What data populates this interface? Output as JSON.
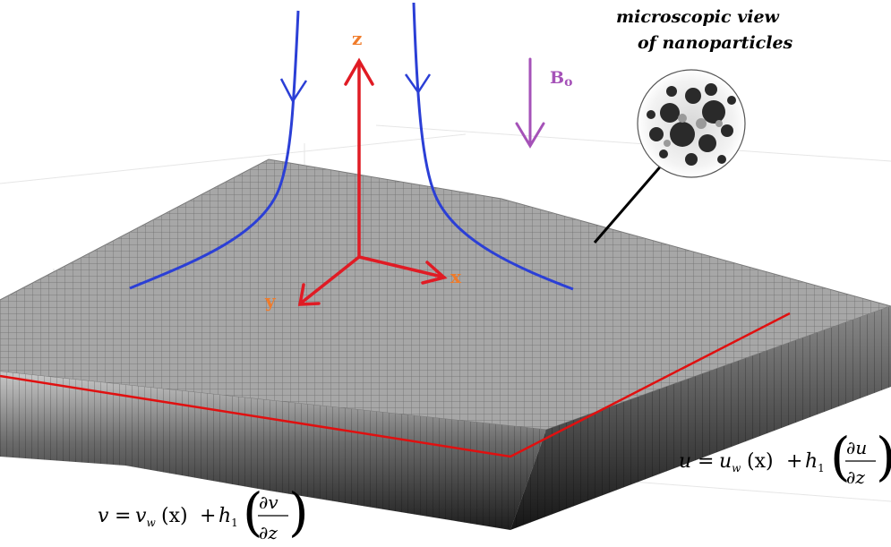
{
  "colors": {
    "field_lines": "#2b3fd6",
    "axes": "#e01b24",
    "axis_labels": "#f07b2a",
    "magnetic_field": "#a552b8",
    "red_line": "#e01010",
    "sheet_top": "#9a9a9a",
    "sheet_side": "#3a3a3a"
  },
  "axes": {
    "z": "z",
    "x": "x",
    "y": "y"
  },
  "magnetic_field": {
    "label": "B",
    "subscript": "o"
  },
  "inset": {
    "caption_line1": "microscopic view",
    "caption_line2": "of nanoparticles"
  },
  "equations": {
    "u": {
      "lhs": "u",
      "eq": "=",
      "base": "u",
      "sub": "w",
      "arg": "(x)",
      "plus": "+",
      "coef": "h",
      "coef_sub": "1",
      "num": "∂u",
      "den": "∂z"
    },
    "v": {
      "lhs": "v",
      "eq": "=",
      "base": "v",
      "sub": "w",
      "arg": "(x)",
      "plus": "+",
      "coef": "h",
      "coef_sub": "1",
      "num": "∂v",
      "den": "∂z"
    }
  }
}
